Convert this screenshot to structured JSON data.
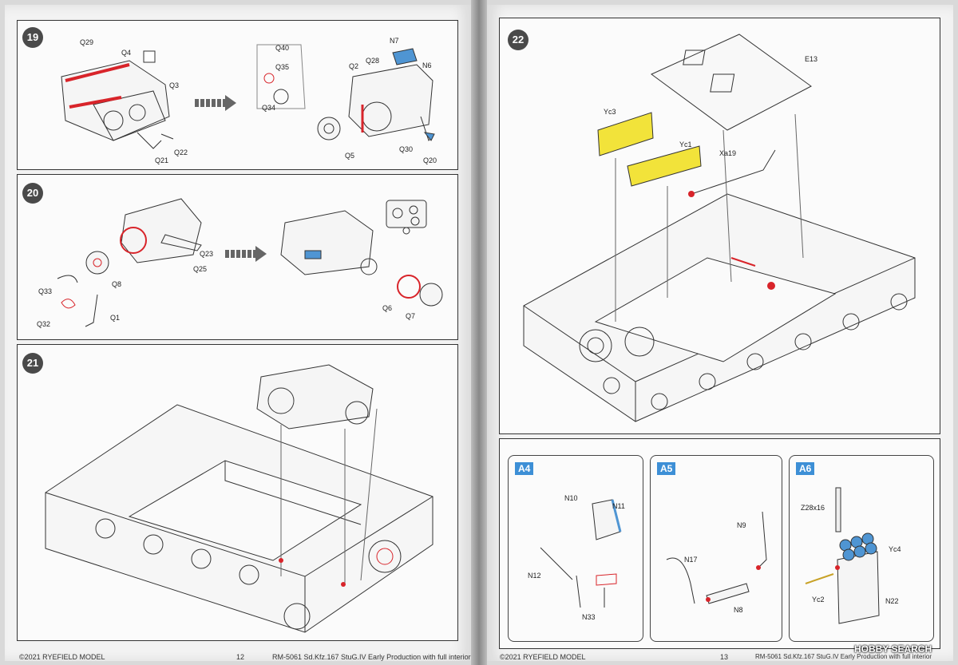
{
  "steps": {
    "s19": {
      "number": "19",
      "labels": [
        "Q29",
        "Q4",
        "Q3",
        "Q21",
        "Q22",
        "Q40",
        "Q35",
        "Q34",
        "N7",
        "N6",
        "Q2",
        "Q28",
        "Q5",
        "Q30",
        "Q20"
      ]
    },
    "s20": {
      "number": "20",
      "labels": [
        "Q23",
        "Q25",
        "Q8",
        "Q33",
        "Q32",
        "Q1",
        "Q6",
        "Q7"
      ]
    },
    "s21": {
      "number": "21"
    },
    "s22": {
      "number": "22",
      "labels": [
        "E13",
        "Yc3",
        "Yc1",
        "Xa19"
      ]
    }
  },
  "subpanels": {
    "a4": {
      "tag": "A4",
      "labels": [
        "N10",
        "N11",
        "N12",
        "N33"
      ]
    },
    "a5": {
      "tag": "A5",
      "labels": [
        "N9",
        "N17",
        "N8"
      ]
    },
    "a6": {
      "tag": "A6",
      "labels": [
        "Z28x16",
        "Yc4",
        "Yc2",
        "N22"
      ]
    }
  },
  "footer": {
    "left_copyright": "©2021 RYEFIELD MODEL",
    "left_page": "12",
    "left_title": "RM-5061 Sd.Kfz.167 StuG.IV Early Production with full interior",
    "right_copyright": "©2021 RYEFIELD MODEL",
    "right_page": "13",
    "right_title": "RM-5061 Sd.Kfz.167 StuG.IV Early Production with full interior",
    "watermark": "HOBBY SEARCH"
  },
  "colors": {
    "highlight_red": "#d8242a",
    "highlight_blue": "#4f95d3",
    "decal_yellow": "#f2e33a",
    "tag_blue": "#3d8fd6"
  }
}
